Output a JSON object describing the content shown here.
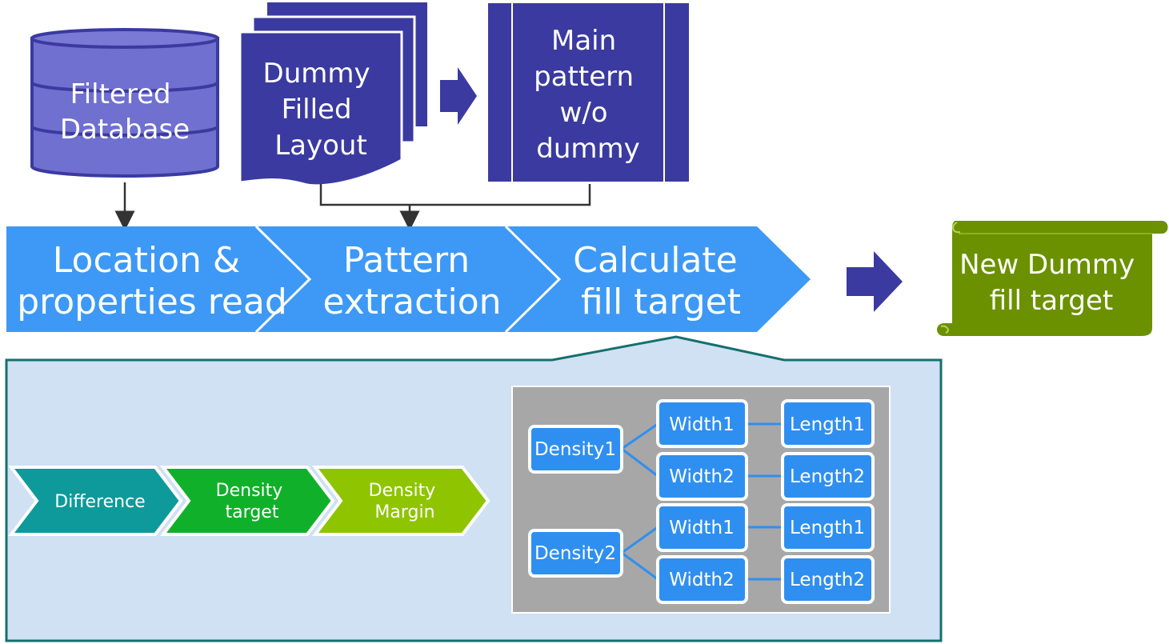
{
  "sources": {
    "database": [
      "Filtered",
      "Database"
    ],
    "dummy_layout": [
      "Dummy",
      "Filled",
      "Layout"
    ],
    "main_pattern": [
      "Main",
      "pattern",
      "w/o",
      "dummy"
    ]
  },
  "process": {
    "steps": [
      {
        "lines": [
          "Location &",
          "properties read"
        ]
      },
      {
        "lines": [
          "Pattern",
          "extraction"
        ]
      },
      {
        "lines": [
          "Calculate",
          "fill target"
        ]
      }
    ],
    "output": [
      "New Dummy",
      "fill target"
    ]
  },
  "detail": {
    "chevrons": [
      {
        "lines": [
          "Difference"
        ],
        "color": "#0e9a9a"
      },
      {
        "lines": [
          "Density",
          "target"
        ],
        "color": "#11b02a"
      },
      {
        "lines": [
          "Density",
          "Margin"
        ],
        "color": "#8fc400"
      }
    ],
    "tree": {
      "densities": [
        "Density1",
        "Density2"
      ],
      "widths": [
        "Width1",
        "Width2",
        "Width1",
        "Width2"
      ],
      "lengths": [
        "Length1",
        "Length2",
        "Length1",
        "Length2"
      ]
    }
  },
  "colors": {
    "navy": "#3a3aa0",
    "blue_band": "#3d99f5",
    "cylinder": "#7070d0",
    "scroll": "#6b9100",
    "panel_bg": "#cfe1f2",
    "panel_border": "#15706e",
    "gray_box": "#a7a7a7",
    "node_blue": "#2f8ff0"
  }
}
